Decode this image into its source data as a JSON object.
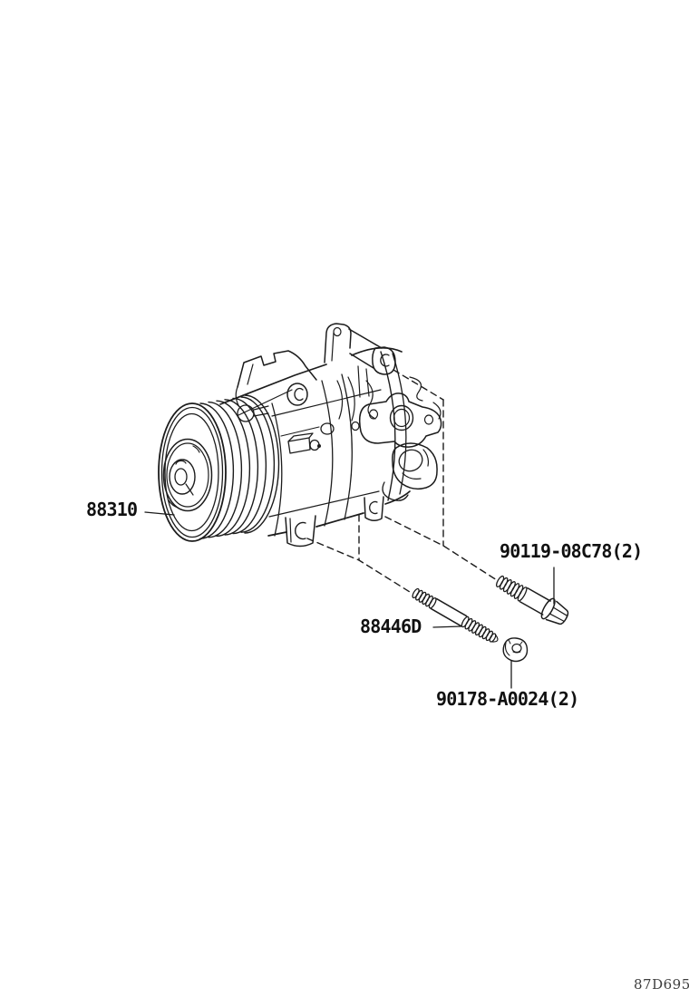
{
  "page": {
    "background": "#ffffff",
    "description_labels": {
      "compressor": "88310",
      "mount_bolt": "90119-08C78(2)",
      "stud": "88446D",
      "nut": "90178-A0024(2)"
    },
    "footer": {
      "figure_code": "87D695"
    },
    "colors": {
      "line": "#1c1c1c",
      "label_text": "#111111",
      "code_text": "#3d3d3d"
    }
  }
}
